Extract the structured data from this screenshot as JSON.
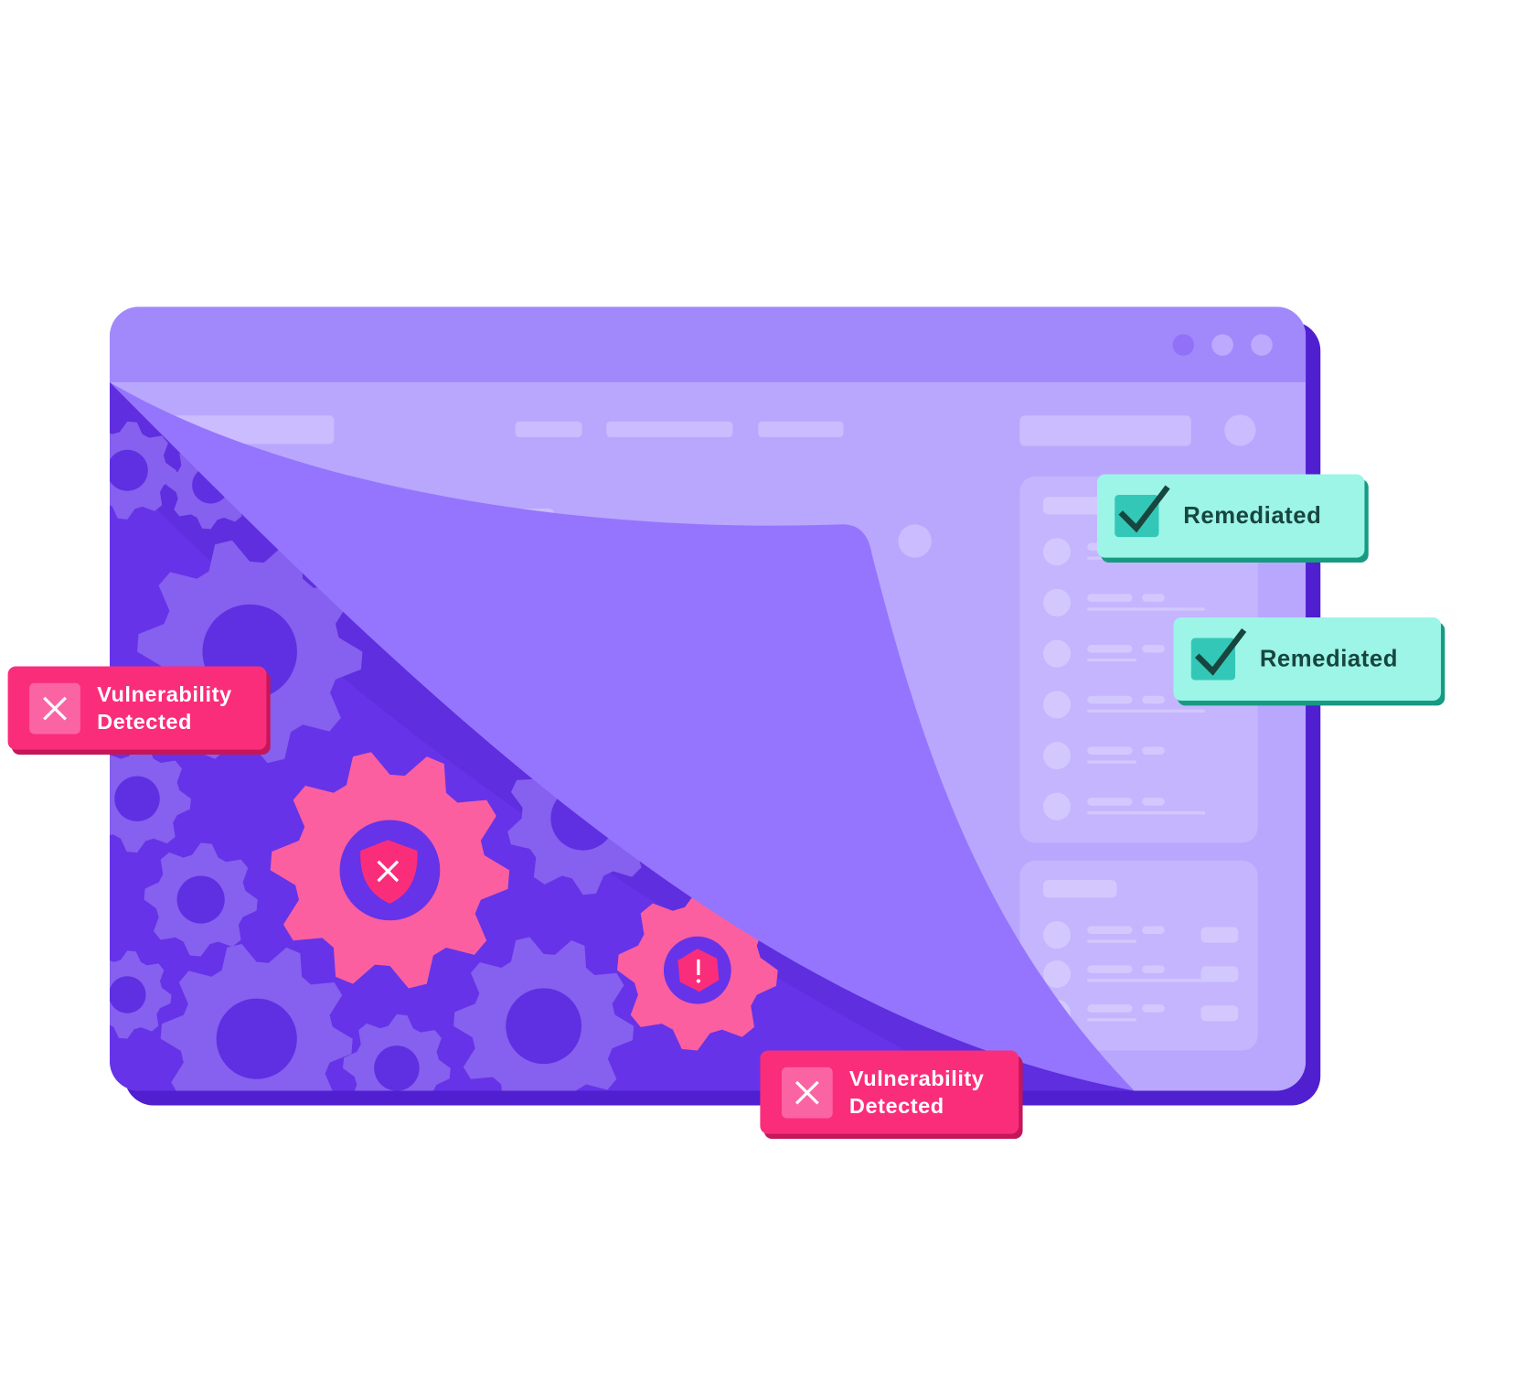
{
  "window": {
    "controls": [
      "minimize",
      "maximize",
      "close"
    ]
  },
  "badges": {
    "vulnerability_1": {
      "label_line1": "Vulnerability",
      "label_line2": "Detected",
      "icon": "x-icon"
    },
    "vulnerability_2": {
      "label_line1": "Vulnerability",
      "label_line2": "Detected",
      "icon": "x-icon"
    },
    "remediated_1": {
      "label": "Remediated",
      "icon": "check-icon"
    },
    "remediated_2": {
      "label": "Remediated",
      "icon": "check-icon"
    }
  },
  "colors": {
    "window_header": "#a189fc",
    "window_body": "#b9a7fd",
    "shadow": "#4f1fd0",
    "danger": "#fa2d7a",
    "success": "#9cf5e7",
    "gear_alert": "#fb5fa0"
  }
}
